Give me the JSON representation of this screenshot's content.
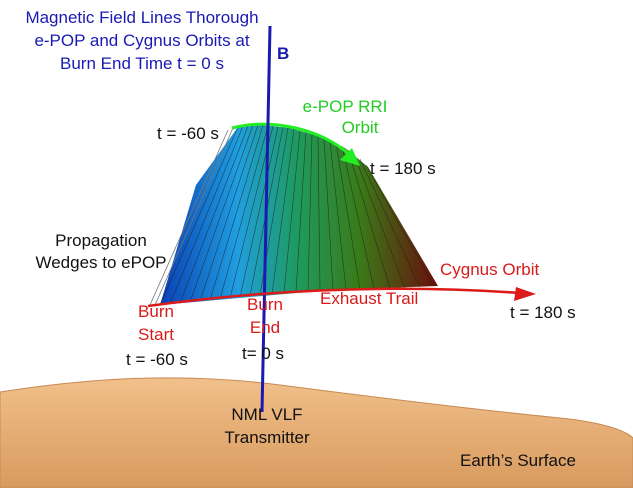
{
  "title_lines": [
    "Magnetic Field Lines Thorough",
    "e-POP and Cygnus Orbits at",
    "Burn End Time t = 0 s"
  ],
  "b_label": "B",
  "epop_orbit": [
    "e-POP RRI",
    "Orbit"
  ],
  "t_minus60_top": "t = -60 s",
  "t_180_top": "t = 180 s",
  "propagation": [
    "Propagation",
    "Wedges to ePOP"
  ],
  "cygnus_orbit": "Cygnus Orbit",
  "burn_start": [
    "Burn",
    "Start"
  ],
  "burn_end": [
    "Burn",
    "End"
  ],
  "exhaust_trail": "Exhaust Trail",
  "t_180_right": "t = 180 s",
  "t_minus60_bottom": "t = -60 s",
  "t_zero": "t= 0 s",
  "transmitter": [
    "NML VLF",
    "Transmitter"
  ],
  "earth_surface": "Earth’s Surface",
  "colors": {
    "field_line": "#1a1ab3",
    "epop": "#22ee22",
    "cygnus": "#dd1a1a",
    "earth": "#e0a26a"
  }
}
